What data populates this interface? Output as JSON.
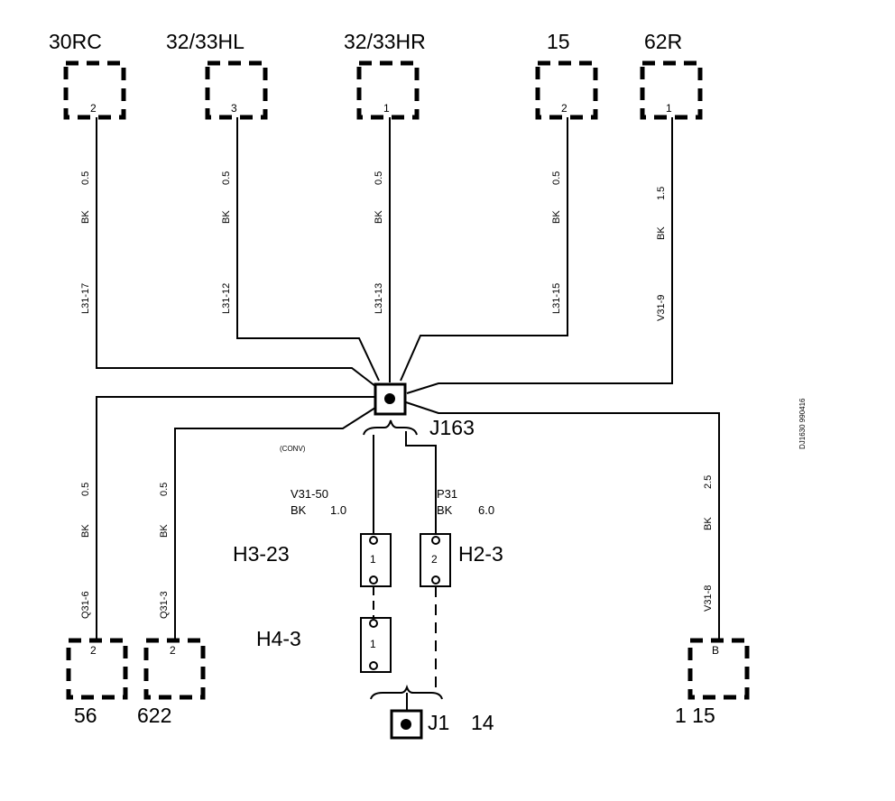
{
  "connectors_top": [
    {
      "name": "30RC",
      "pin": "2"
    },
    {
      "name": "32/33HL",
      "pin": "3"
    },
    {
      "name": "32/33HR",
      "pin": "1"
    },
    {
      "name": "15",
      "pin": "2"
    },
    {
      "name": "62R",
      "pin": "1"
    }
  ],
  "wires_top": [
    {
      "size": "0.5",
      "color": "BK",
      "id": "L31-17"
    },
    {
      "size": "0.5",
      "color": "BK",
      "id": "L31-12"
    },
    {
      "size": "0.5",
      "color": "BK",
      "id": "L31-13"
    },
    {
      "size": "0.5",
      "color": "BK",
      "id": "L31-15"
    },
    {
      "size": "1.5",
      "color": "BK",
      "id": "V31-9"
    }
  ],
  "connectors_bottom": [
    {
      "name": "56",
      "pin": "2"
    },
    {
      "name": "622",
      "pin": "2"
    },
    {
      "name": "1 15",
      "pin": "B"
    }
  ],
  "wires_bottom": [
    {
      "size": "0.5",
      "color": "BK",
      "id": "Q31-6"
    },
    {
      "size": "0.5",
      "color": "BK",
      "id": "Q31-3"
    },
    {
      "size": "2.5",
      "color": "BK",
      "id": "V31-8"
    }
  ],
  "splice": {
    "name": "J163",
    "note": "(CONV)"
  },
  "center_wires": {
    "left": {
      "id": "V31-50",
      "color": "BK",
      "size": "1.0"
    },
    "right": {
      "id": "P31",
      "color": "BK",
      "size": "6.0"
    }
  },
  "fuses": [
    {
      "label": "H3-23",
      "pin": "1"
    },
    {
      "label": "H2-3",
      "pin": "2"
    },
    {
      "label": "H4-3",
      "pin": "1"
    }
  ],
  "ground": {
    "name": "J1",
    "number": "14"
  },
  "drawing_id": "DJ1630 990416"
}
